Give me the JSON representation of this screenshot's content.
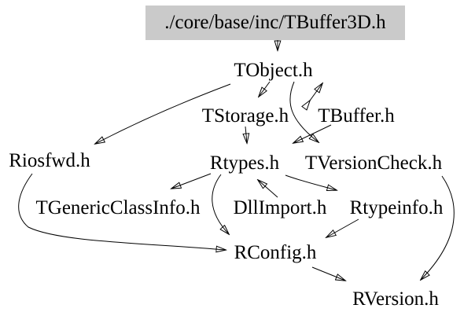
{
  "diagram": {
    "type": "include-dependency-graph",
    "root_label": "./core/base/inc/TBuffer3D.h",
    "nodes": {
      "tobject": "TObject.h",
      "tstorage": "TStorage.h",
      "tbuffer": "TBuffer.h",
      "riosfwd": "Riosfwd.h",
      "rtypes": "Rtypes.h",
      "tversioncheck": "TVersionCheck.h",
      "tgenericclassinfo": "TGenericClassInfo.h",
      "dllimport": "DllImport.h",
      "rtypeinfo": "Rtypeinfo.h",
      "rconfig": "RConfig.h",
      "rversion": "RVersion.h"
    },
    "edges": [
      {
        "from": "./core/base/inc/TBuffer3D.h",
        "to": "TObject.h"
      },
      {
        "from": "TObject.h",
        "to": "TStorage.h"
      },
      {
        "from": "TObject.h",
        "to": "TBuffer.h",
        "bidirectional": true
      },
      {
        "from": "TObject.h",
        "to": "Riosfwd.h"
      },
      {
        "from": "TObject.h",
        "to": "TVersionCheck.h"
      },
      {
        "from": "TStorage.h",
        "to": "Rtypes.h"
      },
      {
        "from": "TBuffer.h",
        "to": "Rtypes.h"
      },
      {
        "from": "Rtypes.h",
        "to": "TGenericClassInfo.h"
      },
      {
        "from": "DllImport.h",
        "to": "Rtypes.h"
      },
      {
        "from": "Rtypes.h",
        "to": "Rtypeinfo.h"
      },
      {
        "from": "Rtypes.h",
        "to": "RConfig.h"
      },
      {
        "from": "Riosfwd.h",
        "to": "RConfig.h"
      },
      {
        "from": "Rtypeinfo.h",
        "to": "RConfig.h"
      },
      {
        "from": "RConfig.h",
        "to": "RVersion.h"
      },
      {
        "from": "TVersionCheck.h",
        "to": "RVersion.h"
      }
    ],
    "colors": {
      "root_fill": "#cacaca",
      "edge": "#000000",
      "text": "#000000",
      "background": "#ffffff"
    }
  }
}
